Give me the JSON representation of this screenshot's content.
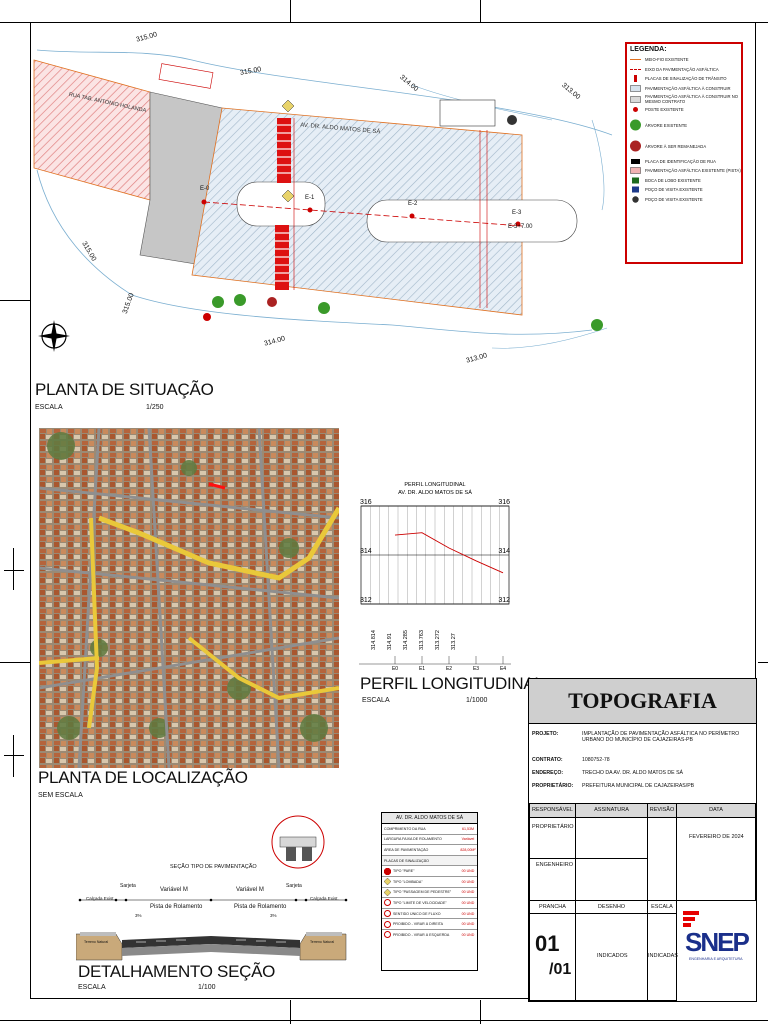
{
  "situation": {
    "title": "PLANTA DE SITUAÇÃO",
    "scale_label": "ESCALA",
    "scale_value": "1/250",
    "contours": [
      "315.00",
      "315.00",
      "314.00",
      "313.00",
      "315.00",
      "315.00",
      "314.00",
      "313.00"
    ],
    "street_left": "RUA TAB. ANTONIO HOLANDA",
    "street_main": "AV. DR. ALDO MATOS DE SÁ",
    "stations": [
      "E-0",
      "E-1",
      "E-2",
      "E-3",
      "E-3+7.00"
    ]
  },
  "legend": {
    "title": "LEGENDA:",
    "items": [
      {
        "label": "MEIO-FIO EXISTENTE",
        "icon": "line-icon",
        "color": "#e07020"
      },
      {
        "label": "EIXO DA PAVIMENTAÇÃO ASFÁLTICA",
        "icon": "dash-line-icon",
        "color": "#cc0000"
      },
      {
        "label": "PLACAS DE SINALIZAÇÃO DE TRÂNSITO",
        "icon": "sign-icon",
        "color": "#cc0000"
      },
      {
        "label": "PAVIMENTAÇÃO ASFÁLTICA À CONSTRUIR",
        "icon": "hatch-icon",
        "color": "#9fb5c8"
      },
      {
        "label": "PAVIMENTAÇÃO ASFÁLTICA À CONSTRUIR NO MESMO CONTRATO",
        "icon": "hatch-icon",
        "color": "#c9c9c9"
      },
      {
        "label": "POSTE EXISTENTE",
        "icon": "pole-icon",
        "color": "#cc0000"
      },
      {
        "label": "ÁRVORE EXISTENTE",
        "icon": "tree-icon",
        "color": "#3a9a2a"
      },
      {
        "label": "ÁRVORE À SER REMANEJADA",
        "icon": "tree-icon",
        "color": "#aa2222"
      },
      {
        "label": "PLACA DE IDENTIFICAÇÃO DE RUA",
        "icon": "street-sign-icon",
        "color": "#000000"
      },
      {
        "label": "PAVIMENTAÇÃO ASFÁLTICA EXISTENTE (PISTA)",
        "icon": "hatch-icon",
        "color": "#f2b3b3"
      },
      {
        "label": "BOCA DE LOBO EXISTENTE",
        "icon": "drain-icon",
        "color": "#1d6a1d"
      },
      {
        "label": "POÇO DE VISITA EXISTENTE",
        "icon": "manhole-icon",
        "color": "#1d3a8a"
      },
      {
        "label": "POÇO DE VISITA EXISTENTE",
        "icon": "manhole-icon",
        "color": "#333333"
      }
    ]
  },
  "location": {
    "title": "PLANTA DE LOCALIZAÇÃO",
    "scale_label": "SEM ESCALA"
  },
  "profile": {
    "title": "PERFIL LONGITUDINAL",
    "scale_label": "ESCALA",
    "scale_value": "1/1000",
    "chart_title": "PERFIL LONGITUDINAL",
    "chart_subtitle": "AV.    DR. ALDO MATOS DE SÁ"
  },
  "chart_data": {
    "type": "line",
    "title": "PERFIL LONGITUDINAL",
    "subtitle": "AV. DR. ALDO MATOS DE SÁ",
    "y_ticks": [
      "316",
      "314",
      "312"
    ],
    "ylim": [
      312,
      316
    ],
    "categories": [
      "E0",
      "E1",
      "E2",
      "E3",
      "E4"
    ],
    "elevations": [
      "314.814",
      "314.91",
      "314.285",
      "313.763",
      "313.272",
      "313.27"
    ],
    "series": [
      {
        "values": [
          314.814,
          314.91,
          314.285,
          313.763,
          313.272
        ]
      }
    ]
  },
  "section": {
    "title": "DETALHAMENTO SEÇÃO",
    "scale_label": "ESCALA",
    "scale_value": "1/100",
    "subtitle": "SEÇÃO TIPO DE PAVIMENTAÇÃO",
    "labels": {
      "sarjeta": "Sarjeta",
      "variavel_left": "Variável M",
      "variavel_right": "Variável M",
      "pista_left": "Pista de Rolamento",
      "pista_right": "Pista de Rolamento",
      "calcada_left": "Calçada Exist.",
      "calcada_right": "Calçada Exist.",
      "terreno_left": "Terreno Natural",
      "terreno_right": "Terreno Natural",
      "pct_left": "3%",
      "pct_right": "3%"
    }
  },
  "signage_table": {
    "title": "AV. DR. ALDO MATOS DE SÁ",
    "rows": [
      {
        "label": "COMPRIMENTO DA RUA",
        "value": "61,53M"
      },
      {
        "label": "LARGURA FAIXA DE ROLAMENTO",
        "value": "Variável"
      },
      {
        "label": "ÁREA DE PAVIMENTAÇÃO",
        "value": "828,00M²"
      }
    ],
    "section_header": "PLACAS DE SINALIZAÇÃO",
    "signs": [
      {
        "label": "TIPO \"PARE\"",
        "value": "00 UND"
      },
      {
        "label": "TIPO \"LOMBADA\"",
        "value": "00 UND"
      },
      {
        "label": "TIPO \"PASSAGEM DE PEDESTRE\"",
        "value": "00 UND"
      },
      {
        "label": "TIPO \"LIMITE DE VELOCIDADE\"",
        "value": "00 UND"
      },
      {
        "label": "SENTIDO ÚNICO DE FLUXO",
        "value": "00 UND"
      },
      {
        "label": "PROIBIDO - VIRAR À DIREITA",
        "value": "00 UND"
      },
      {
        "label": "PROIBIDO - VIRAR À ESQUERDA",
        "value": "00 UND"
      }
    ]
  },
  "title_block": {
    "heading": "TOPOGRAFIA",
    "projeto_label": "PROJETO:",
    "projeto": "IMPLANTAÇÃO DE PAVIMENTAÇÃO ASFÁLTICA NO PERÍMETRO URBANO DO MUNICÍPIO DE CAJAZEIRAS-PB",
    "contrato_label": "CONTRATO:",
    "contrato": "1080752-78",
    "endereco_label": "ENDEREÇO:",
    "endereco": "TRECHO DA AV. DR. ALDO MATOS DE SÁ",
    "proprietario_label": "PROPRIETÁRIO:",
    "proprietario": "PREFEITURA MUNICIPAL DE CAJAZEIRAS/PB",
    "col_responsavel": "RESPONSÁVEL",
    "col_assinatura": "ASSINATURA",
    "col_revisao": "REVISÃO",
    "col_data": "DATA",
    "row_proprietario": "PROPRIETÁRIO",
    "row_engenheiro": "ENGENHEIRO",
    "date": "FEVEREIRO DE 2024",
    "col_prancha": "PRANCHA",
    "col_desenho": "DESENHO",
    "col_escala": "ESCALA",
    "sheet_num": "01",
    "sheet_total": "/01",
    "desenho": "INDICADOS",
    "escala": "INDICADAS",
    "logo_text": "SNEP",
    "logo_sub": "ENGENHARIA E ARQUITETURA"
  }
}
